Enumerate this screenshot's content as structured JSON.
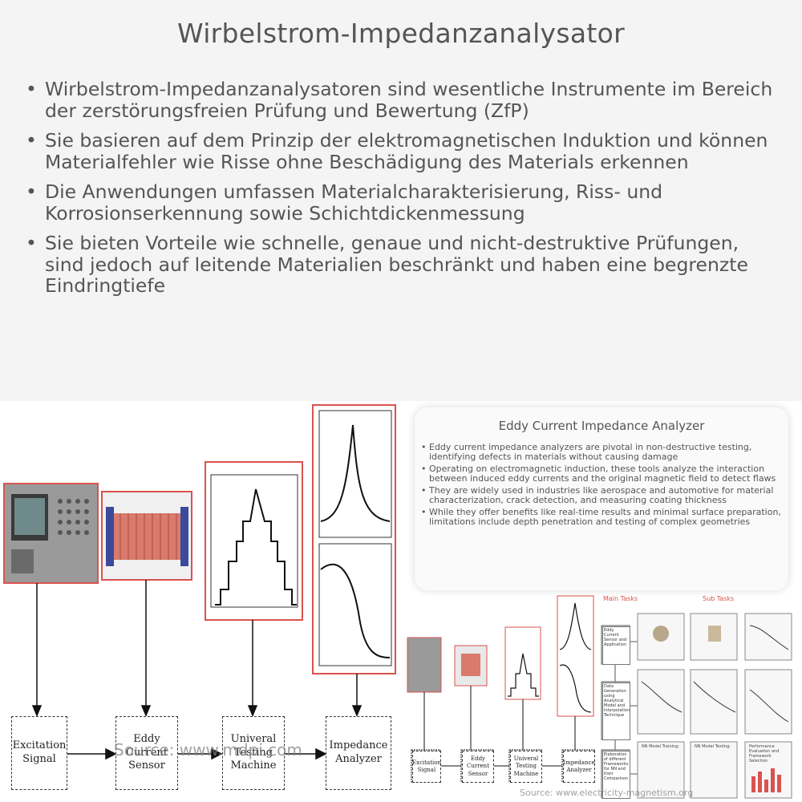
{
  "title": "Wirbelstrom-Impedanzanalysator",
  "bullets": [
    "Wirbelstrom-Impedanzanalysatoren sind wesentliche Instrumente im Bereich der zerstörungsfreien Prüfung und Bewertung (ZfP)",
    "Sie basieren auf dem Prinzip der elektromagnetischen Induktion und können Materialfehler wie Risse ohne Beschädigung des Materials erkennen",
    "Die Anwendungen umfassen Materialcharakterisierung, Riss- und Korrosionserkennung sowie Schichtdickenmessung",
    "Sie bieten Vorteile wie schnelle, genaue und nicht-destruktive Prüfungen, sind jedoch auf leitende Materialien beschränkt und haben eine begrenzte Eindringtiefe"
  ],
  "diagram": {
    "labels": [
      "Excitation\nSignal",
      "Eddy Current\nSensor",
      "Univeral Testing\nMachine",
      "Impedance\nAnalyzer"
    ],
    "watermark": "Source: www.mdpi.com"
  },
  "thumbnail": {
    "title": "Eddy Current Impedance Analyzer",
    "bullets": [
      "Eddy current impedance analyzers are pivotal in non-destructive testing, identifying defects in materials without causing damage",
      "Operating on electromagnetic induction, these tools analyze the interaction between induced eddy currents and the original magnetic field to detect flaws",
      "They are widely used in industries like aerospace and automotive for material characterization, crack detection, and measuring coating thickness",
      "While they offer benefits like real-time results and minimal surface preparation, limitations include depth penetration and testing of complex geometries"
    ]
  },
  "flowchart": {
    "main_tasks": "Main Tasks",
    "sub_tasks": "Sub Tasks",
    "steps": [
      "Eddy Current Sensor and Application",
      "Data Generation using Analytical Model and Interpolation Technique",
      "Elaboration of different Frameworks for NN and their Comparison"
    ],
    "sub_steps": [
      "NN Model Training:",
      "NN Model Testing:",
      "Performance Evaluation and Framework Selection"
    ]
  },
  "source_footer": "Source: www.electricity-magnetism.org",
  "colors": {
    "title": "#555555",
    "text": "#555555",
    "background": "#f4f4f4",
    "accent_red": "#d9534f"
  }
}
